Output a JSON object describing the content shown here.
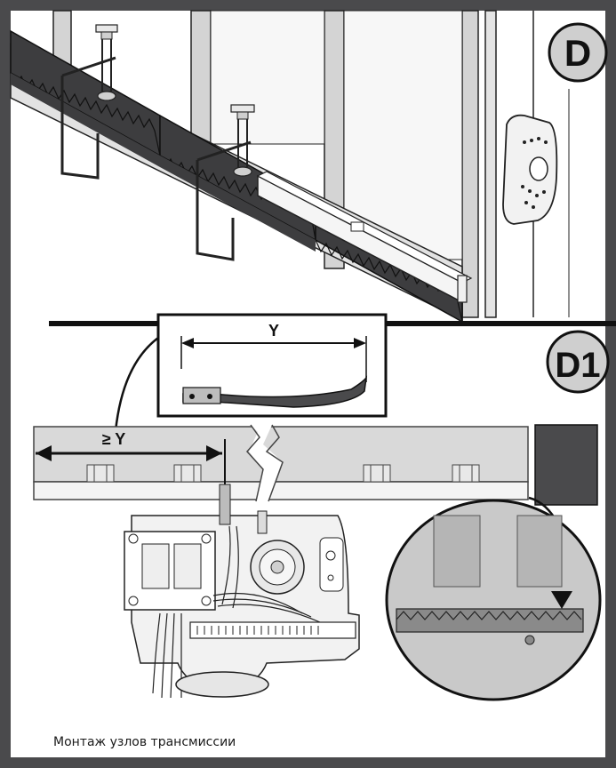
{
  "panels": {
    "top_label": "D",
    "bottom_label": "D1"
  },
  "dimensions": {
    "inset_label": "Y",
    "rack_label": "≥ Y"
  },
  "caption": "Монтаж узлов трансмиссии",
  "colors": {
    "frame": "#4a4a4c",
    "rack_dark": "#3d3d3f",
    "rack_light": "#d9d9d9",
    "badge_fill": "#cfcfcf"
  }
}
